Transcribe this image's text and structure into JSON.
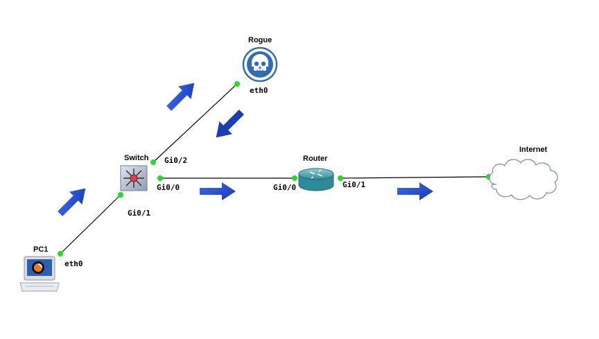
{
  "nodes": {
    "pc1": {
      "label": "PC1",
      "icon": "pc-icon"
    },
    "switch": {
      "label": "Switch",
      "icon": "multilayer-switch-icon"
    },
    "rogue": {
      "label": "Rogue",
      "icon": "skull-icon"
    },
    "router": {
      "label": "Router",
      "icon": "router-icon"
    },
    "internet": {
      "label": "Internet",
      "icon": "cloud-icon"
    }
  },
  "ports": {
    "pc1_eth0": "eth0",
    "switch_gi01": "Gi0/1",
    "switch_gi02": "Gi0/2",
    "switch_gi00": "Gi0/0",
    "rogue_eth0": "eth0",
    "router_gi00": "Gi0/0",
    "router_gi01": "Gi0/1"
  },
  "colors": {
    "link": "#000000",
    "port_up": "#22dd22",
    "flow_arrow": "#1f4fe0",
    "flow_arrow_dark": "#1a3fb0",
    "rogue_blue": "#2f6db5",
    "router_teal": "#4aa3b0",
    "switch_grey": "#9aa7b8"
  }
}
